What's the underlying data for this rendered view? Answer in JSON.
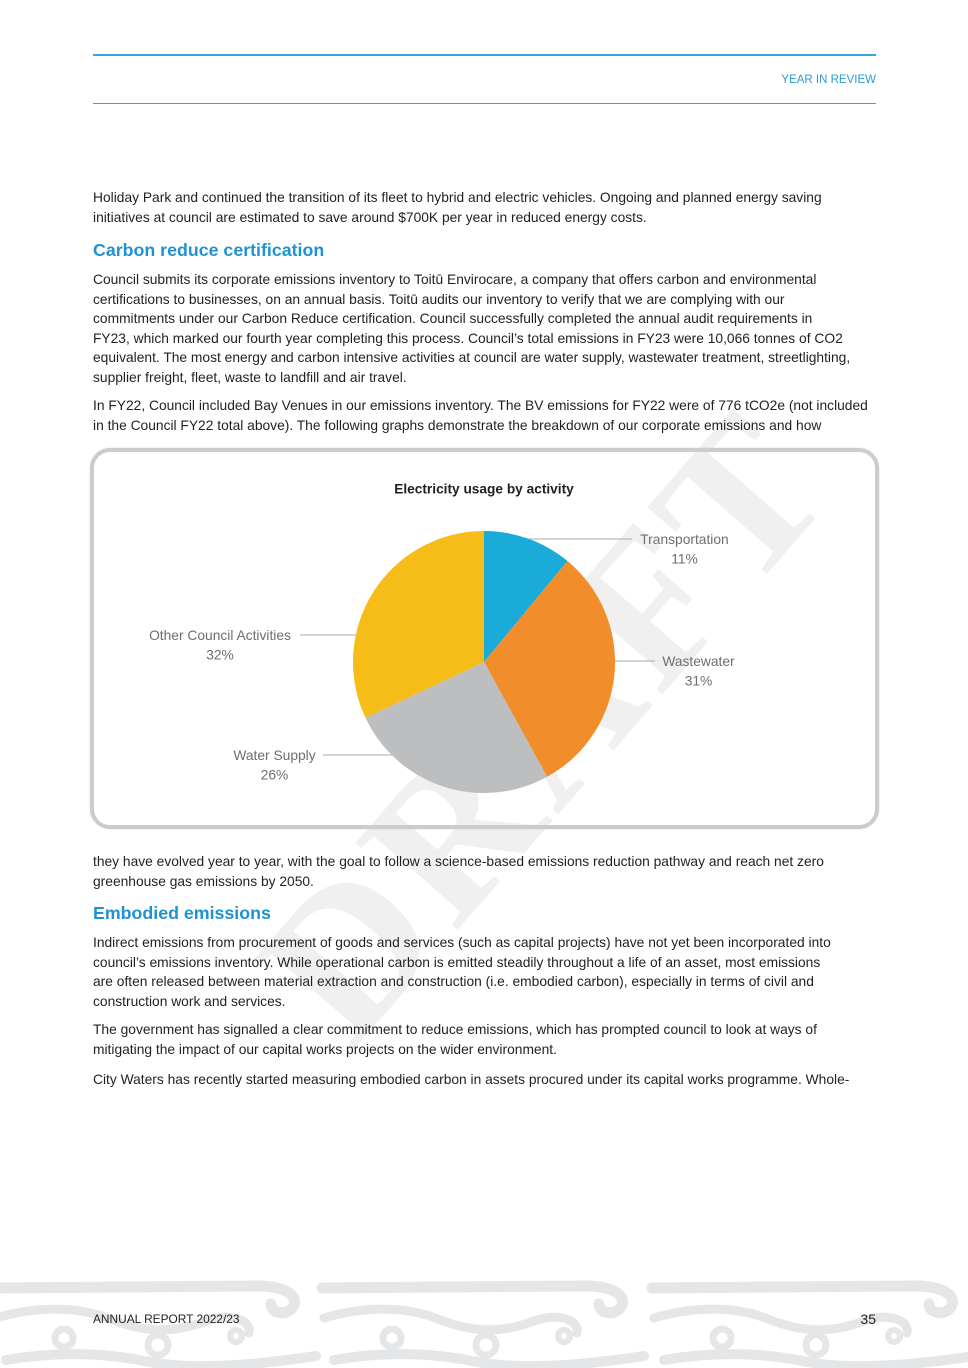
{
  "header": {
    "section_label": "YEAR IN REVIEW"
  },
  "body": {
    "intro_paragraph": [
      "Holiday Park and continued the transition of its fleet to hybrid and electric vehicles. Ongoing and planned energy saving",
      "initiatives at council are estimated to save around $700K per year in reduced energy costs."
    ],
    "carbon_heading": "Carbon reduce certification",
    "carbon_paragraph": [
      "Council submits its corporate emissions inventory to Toitū Envirocare, a company that offers carbon and environmental",
      "certifications to businesses, on an annual basis. Toitū audits our inventory to verify that we are complying with our",
      "commitments under our Carbon Reduce certification. Council successfully completed the annual audit requirements in",
      "FY23, which marked our fourth year completing this process. Council’s total emissions in FY23 were 10,066 tonnes of CO2",
      "equivalent. The most energy and carbon intensive activities at council are water supply, wastewater treatment, streetlighting,",
      "supplier freight, fleet, waste to landfill and air travel."
    ],
    "bay_venues_paragraph": [
      "In FY22, Council included Bay Venues in our emissions inventory. The BV emissions for FY22 were of 776 tCO2e (not included",
      "in the Council FY22 total above). The following graphs demonstrate the breakdown of our corporate emissions and how"
    ],
    "evolution_paragraph": [
      "they have evolved year to year, with the goal to follow a science-based emissions reduction pathway and reach net zero",
      "greenhouse gas emissions by 2050."
    ],
    "embodied_heading": "Embodied emissions",
    "embodied_paragraph": [
      "Indirect emissions from procurement of goods and services (such as capital projects) have not yet been incorporated into",
      "council’s emissions inventory. While operational carbon is emitted steadily throughout a life of an asset, most emissions",
      "are often released between material extraction and construction (i.e. embodied carbon), especially in terms of civil and",
      "construction work and services."
    ],
    "government_paragraph": [
      "The government has signalled a clear commitment to reduce emissions, which has prompted council to look at ways of",
      "mitigating the impact of our capital works projects on the wider environment."
    ],
    "city_waters_paragraph": [
      "City Waters has recently started measuring embodied carbon in assets procured under its capital works programme. Whole-"
    ]
  },
  "chart_data": {
    "type": "pie",
    "title": "Electricity usage by activity",
    "categories": [
      "Transportation",
      "Wastewater",
      "Water Supply",
      "Other Council Activities"
    ],
    "values": [
      11,
      31,
      26,
      32
    ],
    "data_labels": [
      "11%",
      "31%",
      "26%",
      "32%"
    ],
    "colors": [
      "#1aabd8",
      "#f28d2b",
      "#bdbec0",
      "#f6bd18"
    ]
  },
  "watermark": "DRAFT",
  "footer": {
    "report_title": "ANNUAL REPORT 2022/23",
    "page_number": "35"
  },
  "colors": {
    "accent": "#1e93d2",
    "rule": "#3aa7dc",
    "section_label": "#2a9bd6",
    "text": "#231f20",
    "chart_border": "#cbccce",
    "chart_label": "#6d6e71",
    "leader_line": "#a7a9ac",
    "footer_pattern": "#e5e6e7",
    "watermark": "#f0f0f1"
  }
}
